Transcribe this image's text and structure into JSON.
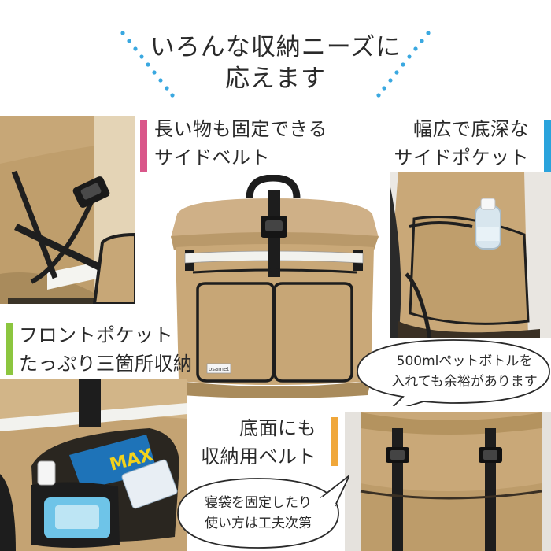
{
  "header": {
    "title_line1": "いろんな収納ニーズに",
    "title_line2": "応えます"
  },
  "colors": {
    "dots": "#3aa8e0",
    "accent_pink": "#d9578a",
    "accent_blue": "#2aa3dc",
    "accent_green": "#8cc63f",
    "accent_orange": "#f0a73a",
    "bag_tan": "#c9a878"
  },
  "features": {
    "side_belt": {
      "line1": "長い物も固定できる",
      "line2": "サイドベルト"
    },
    "side_pocket": {
      "line1": "幅広で底深な",
      "line2": "サイドポケット"
    },
    "front_pocket": {
      "line1": "フロントポケット",
      "line2": "たっぷり三箇所収納"
    },
    "bottom_belt": {
      "line1": "底面にも",
      "line2": "収納用ベルト"
    }
  },
  "bubbles": {
    "bottle": {
      "line1": "500mlペットボトルを",
      "line2": "入れても余裕があります"
    },
    "sleeping_bag": {
      "line1": "寝袋を固定したり",
      "line2": "使い方は工夫次第"
    }
  },
  "bag_tag": "osamet",
  "pocket_items": {
    "magazine": "MAX"
  }
}
